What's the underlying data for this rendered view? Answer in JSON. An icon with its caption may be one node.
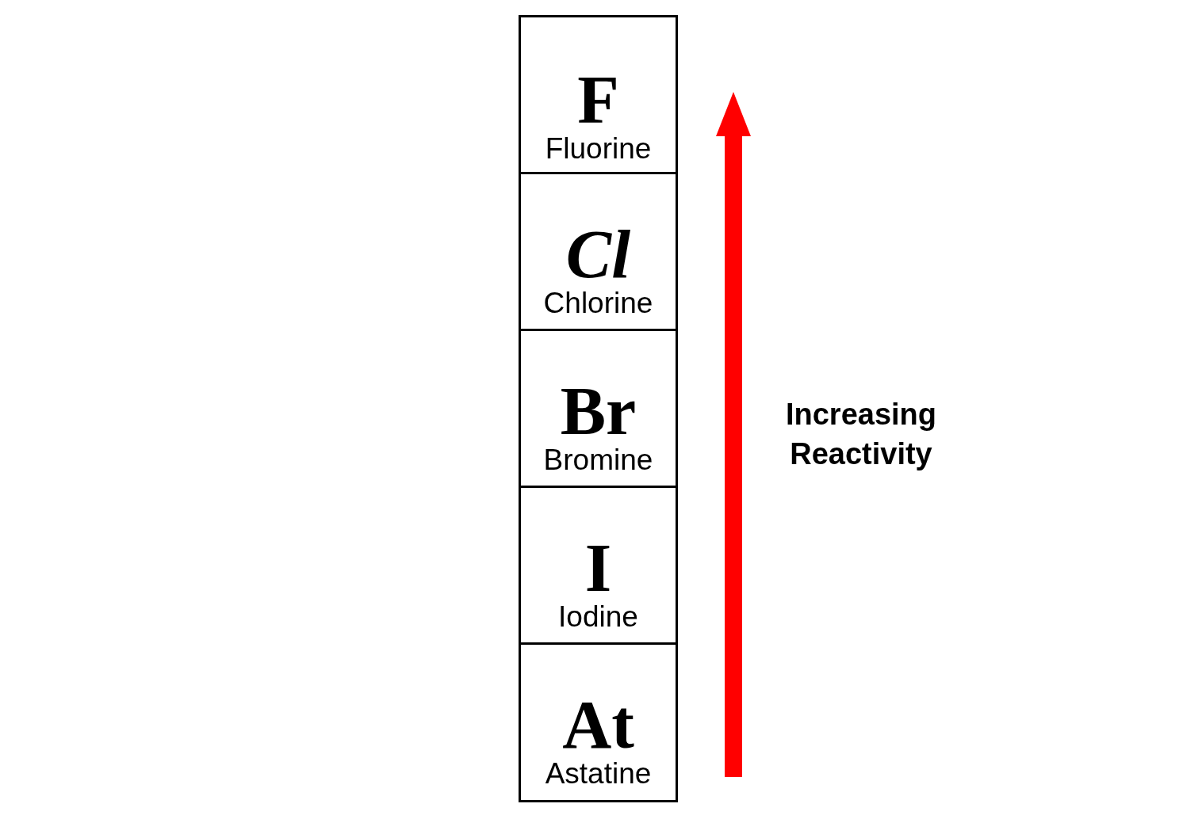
{
  "diagram": {
    "nodes": [
      {
        "text": [
          "F",
          "Fluorine"
        ]
      },
      {
        "text": [
          "Cl",
          "Chlorine"
        ]
      },
      {
        "text": [
          "Br",
          "Bromine"
        ]
      },
      {
        "text": [
          "I",
          "Iodine"
        ]
      },
      {
        "text": [
          "At",
          "Astatine"
        ]
      }
    ],
    "labels": [
      "Increasing Reactivity"
    ]
  }
}
